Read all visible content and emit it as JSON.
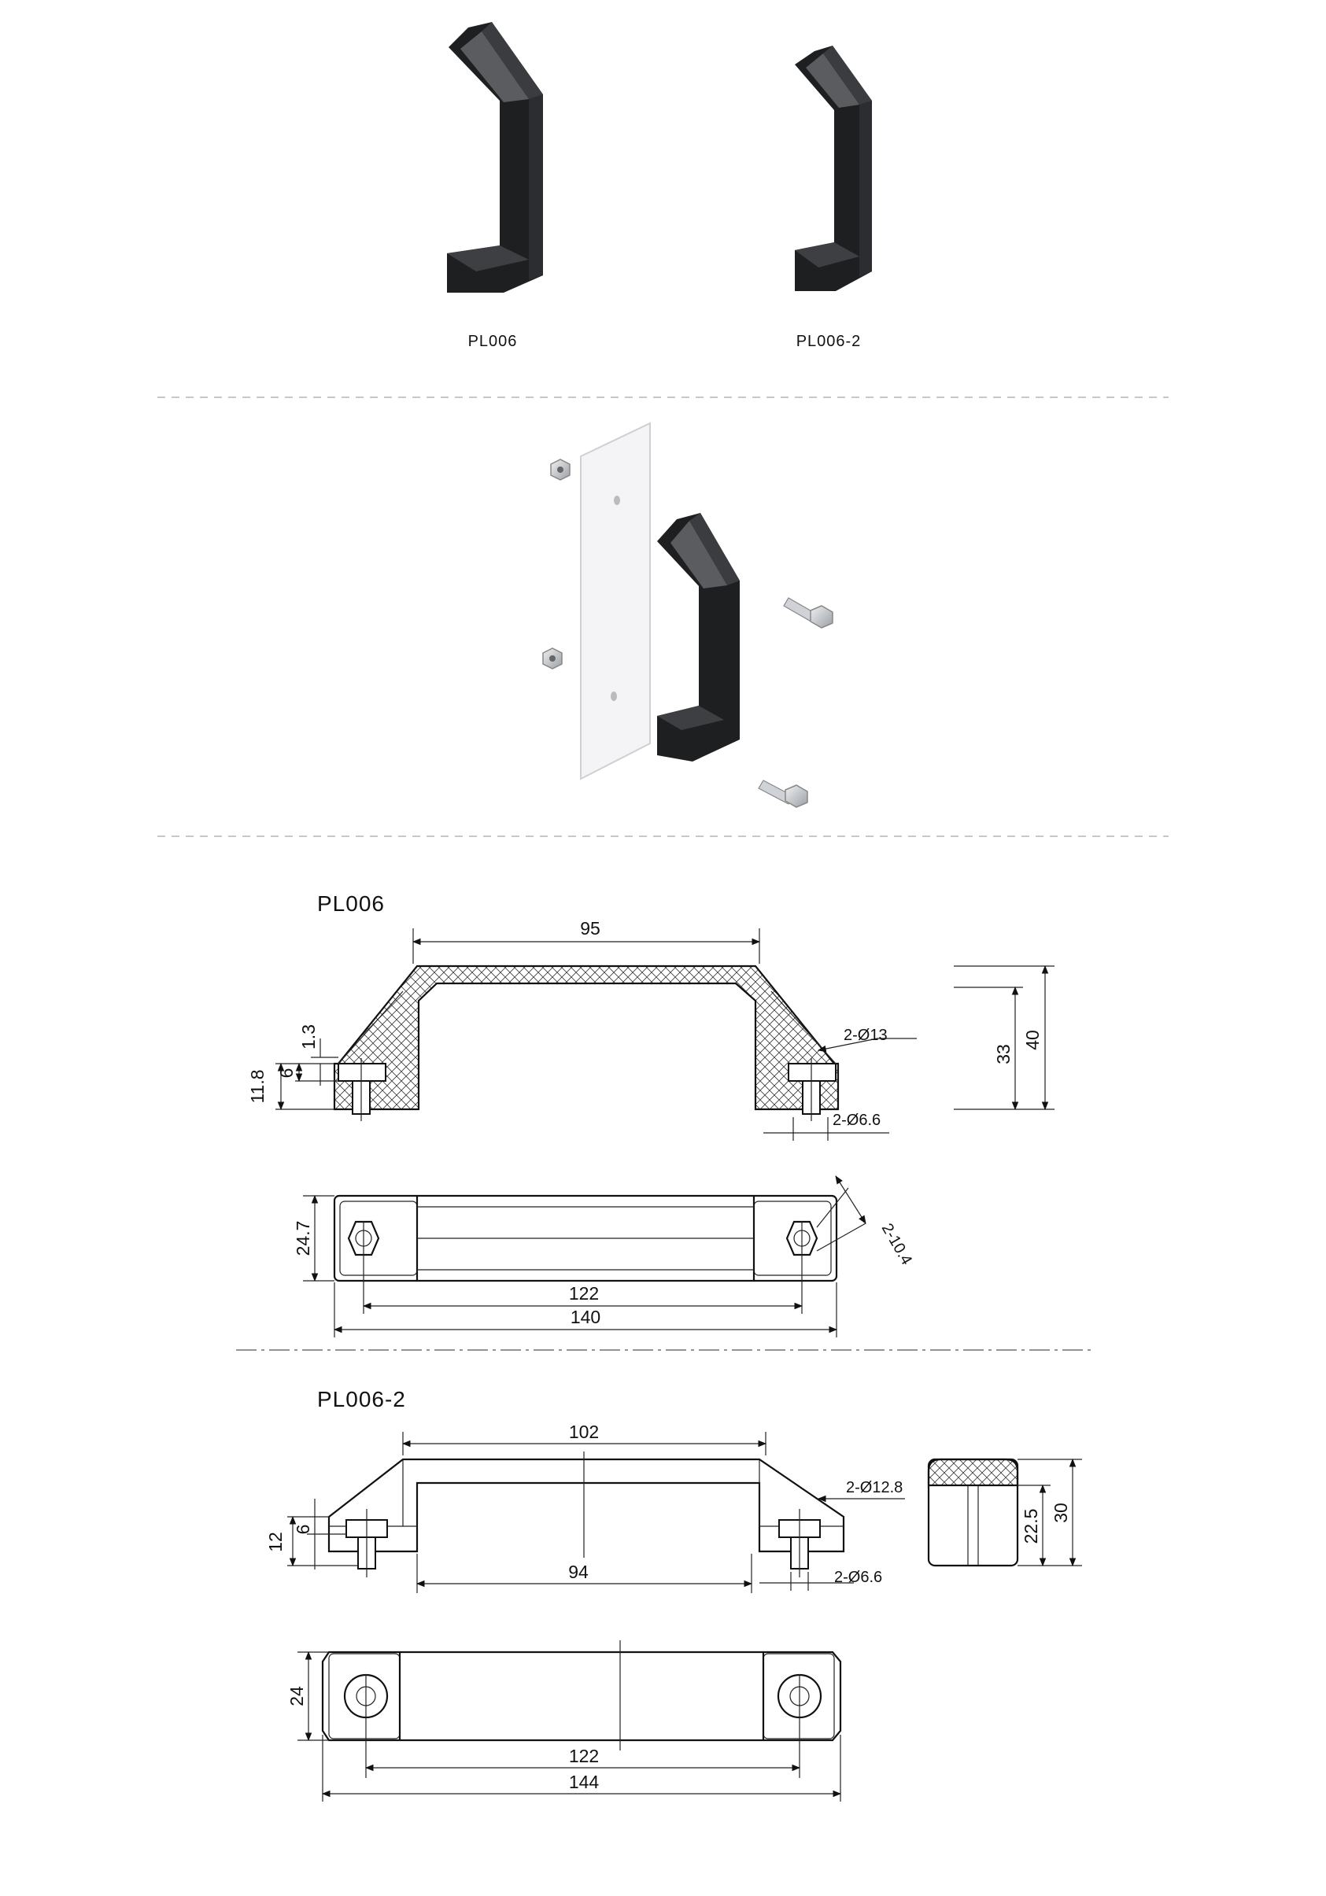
{
  "products": [
    {
      "caption": "PL006"
    },
    {
      "caption": "PL006-2"
    }
  ],
  "sections": {
    "pl006": {
      "title": "PL006",
      "dims": {
        "span_top": "95",
        "hole_large": "2-Ø13",
        "hole_small": "2-Ø6.6",
        "height_outer": "40",
        "height_inner": "33",
        "base_height": "11.8",
        "step_height": "6",
        "lip_height": "1.3",
        "width": "24.7",
        "hole_pitch": "122",
        "overall_length": "140",
        "nut_size": "2-10.4"
      }
    },
    "pl006_2": {
      "title": "PL006-2",
      "dims": {
        "span_top": "102",
        "span_inner": "94",
        "hole_large": "2-Ø12.8",
        "hole_small": "2-Ø6.6",
        "height_outer": "30",
        "height_inner": "22.5",
        "base_height": "12",
        "step_height": "6",
        "width": "24",
        "hole_pitch": "122",
        "overall_length": "144"
      }
    }
  },
  "colors": {
    "handle": "#1e1f21",
    "handle_highlight": "#5a5c60",
    "panel": "#f4f4f6",
    "line": "#111111",
    "divider": "#c8c8c8"
  }
}
